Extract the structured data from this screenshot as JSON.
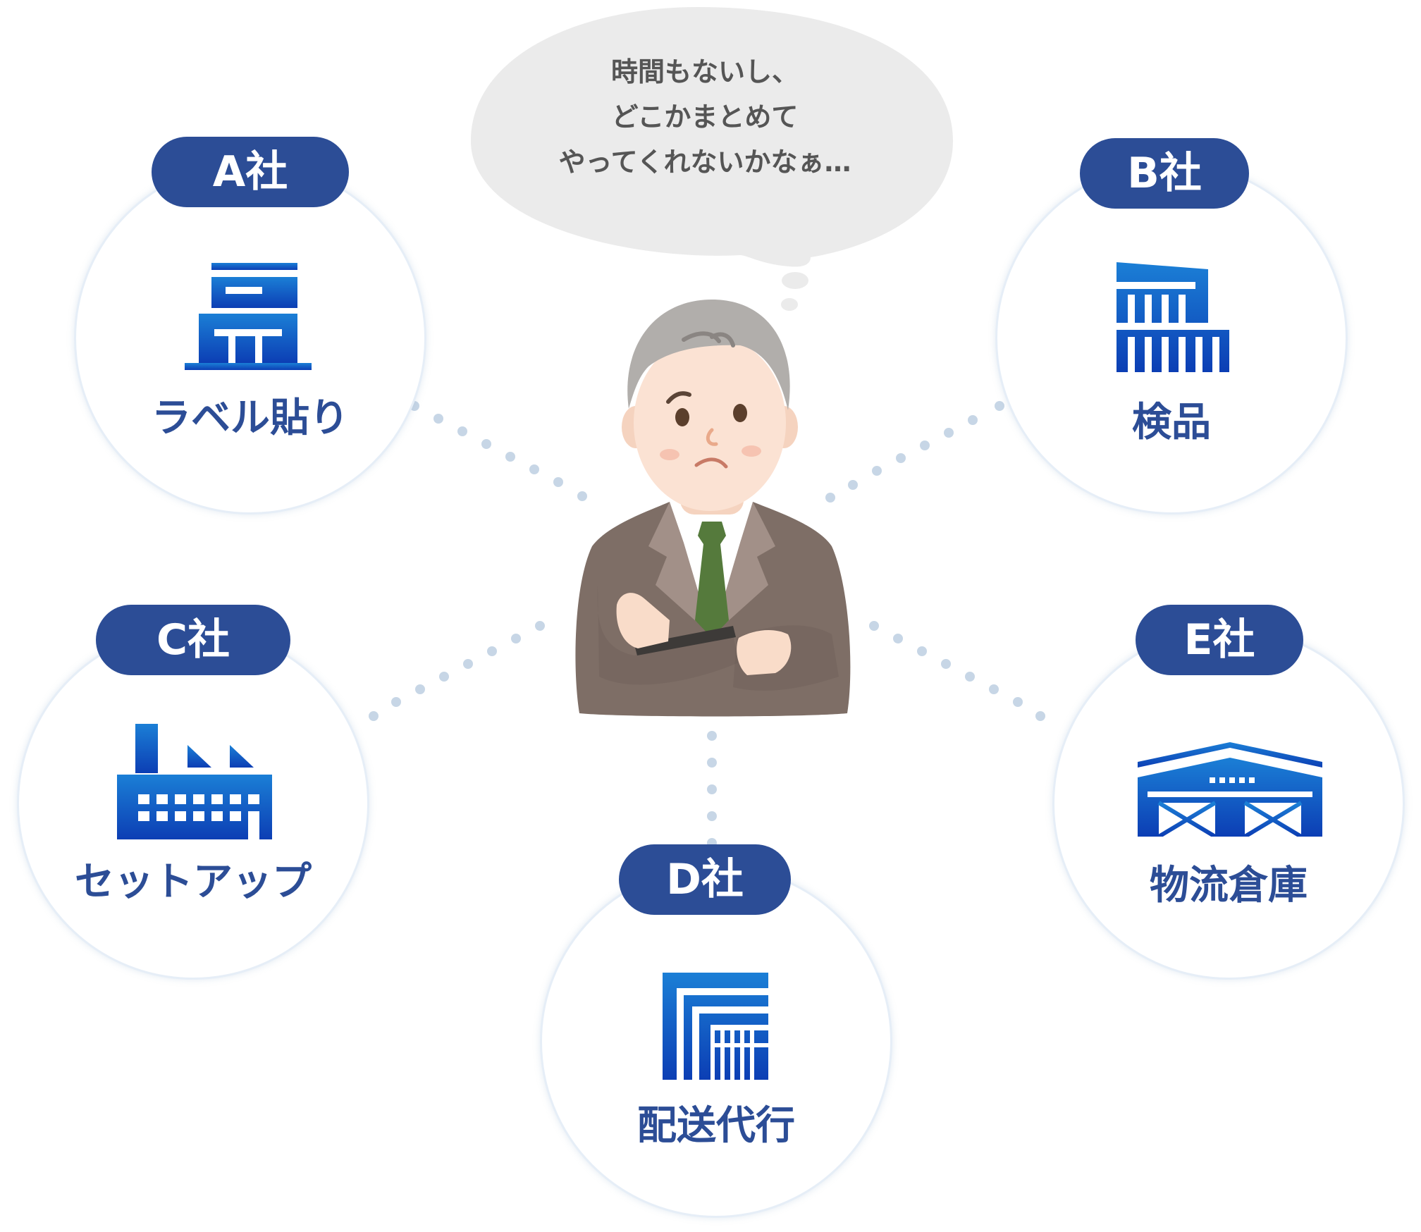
{
  "thought": {
    "lines": [
      "時間もないし、",
      "どこかまとめて",
      "やってくれないかなぁ…"
    ]
  },
  "companies": [
    {
      "name": "A社",
      "service": "ラベル貼り",
      "icon": "office-building-icon"
    },
    {
      "name": "B社",
      "service": "検品",
      "icon": "warehouse-building-icon"
    },
    {
      "name": "C社",
      "service": "セットアップ",
      "icon": "factory-icon"
    },
    {
      "name": "D社",
      "service": "配送代行",
      "icon": "delivery-office-icon"
    },
    {
      "name": "E社",
      "service": "物流倉庫",
      "icon": "logistics-warehouse-icon"
    }
  ],
  "colors": {
    "brand": "#2c4d96",
    "icon_top": "#1b7fd6",
    "icon_bottom": "#0c3eb4",
    "connector": "#c7d6e6",
    "bubble": "#ebebeb"
  }
}
